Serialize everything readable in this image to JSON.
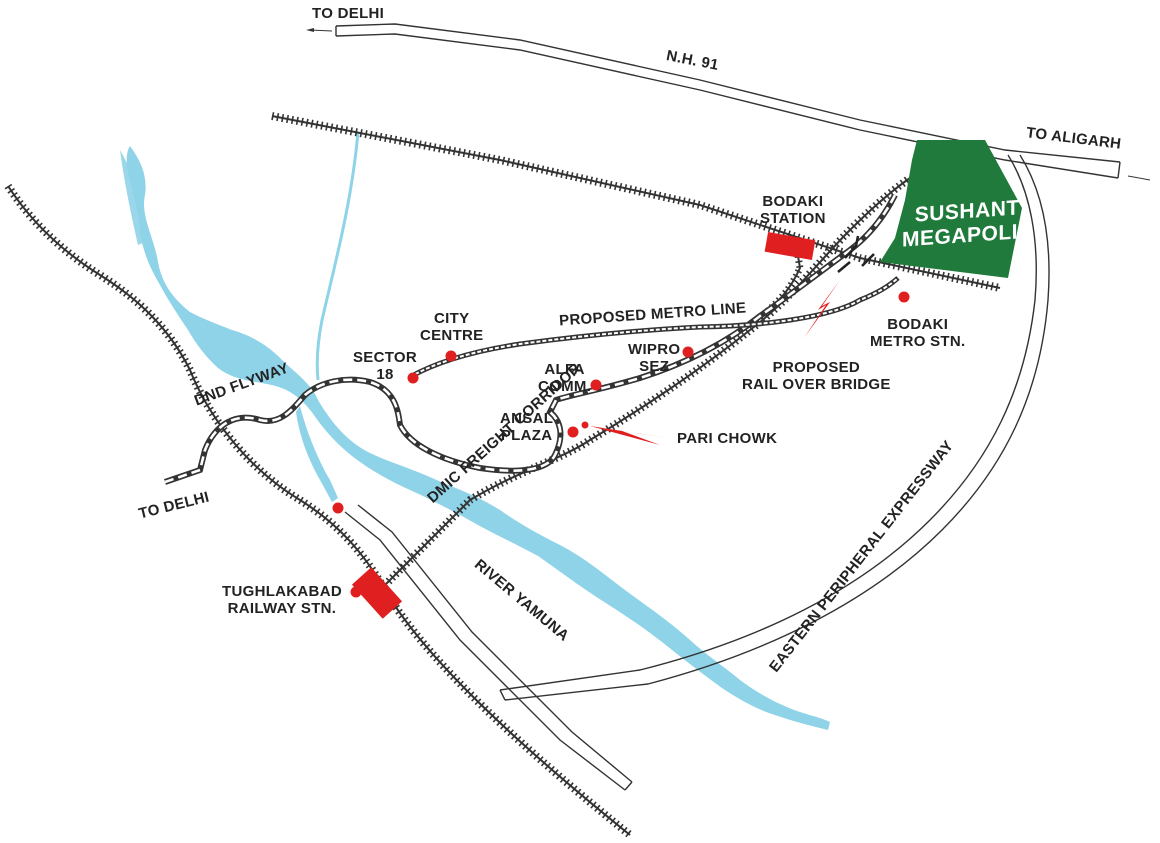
{
  "roads": {
    "nh91": "N.H. 91",
    "to_delhi_top": "TO DELHI",
    "to_aligarh": "TO ALIGARH",
    "to_delhi_left": "TO DELHI",
    "expressway": "EASTERN PERIPHERAL EXPRESSWAY",
    "dnd_flyway": "DND FLYWAY",
    "dmic": "DMIC FREIGHT CORRIDOR"
  },
  "water": {
    "river": "RIVER YAMUNA"
  },
  "project": {
    "line1": "SUSHANT",
    "line2": "MEGAPOLIS"
  },
  "places": {
    "bodaki_station": [
      "BODAKI",
      "STATION"
    ],
    "bodaki_metro": [
      "BODAKI",
      "METRO STN."
    ],
    "proposed_metro_line": "PROPOSED METRO LINE",
    "proposed_rob": [
      "PROPOSED",
      "RAIL OVER BRIDGE"
    ],
    "city_centre": [
      "CITY",
      "CENTRE"
    ],
    "sector18": [
      "SECTOR",
      "18"
    ],
    "alfa_comm": [
      "ALFA",
      "COMM."
    ],
    "wipro_sez": [
      "WIPRO",
      "SEZ"
    ],
    "ansal_plaza": [
      "ANSAL",
      "PLAZA"
    ],
    "pari_chowk": "PARI CHOWK",
    "tughlakabad": [
      "TUGHLAKABAD",
      "RAILWAY STN."
    ]
  },
  "colors": {
    "water": "#8fd3e8",
    "project": "#1f7a3c",
    "marker": "#e02020",
    "road_outline": "#333333",
    "rail": "#333333"
  }
}
